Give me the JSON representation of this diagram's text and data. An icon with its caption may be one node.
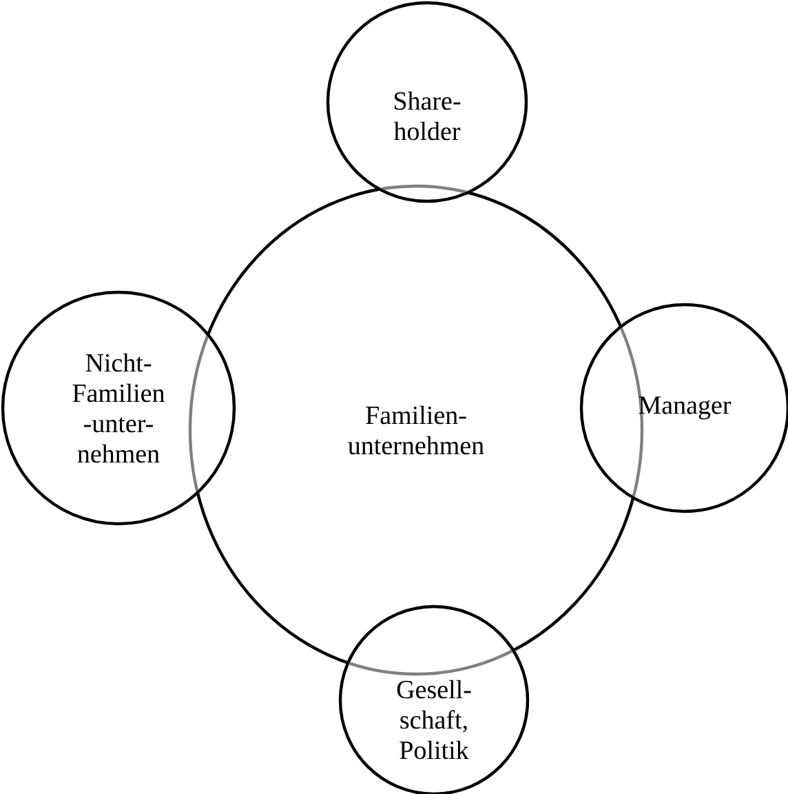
{
  "diagram": {
    "nodes": [
      {
        "text": [
          "Share- holder"
        ]
      },
      {
        "text": [
          "Familien- unternehmen"
        ]
      },
      {
        "text": [
          "Nicht- Familien -unter- nehmen"
        ]
      },
      {
        "text": [
          "Manager"
        ]
      },
      {
        "text": [
          "Gesell- schaft, Politik"
        ]
      }
    ]
  }
}
